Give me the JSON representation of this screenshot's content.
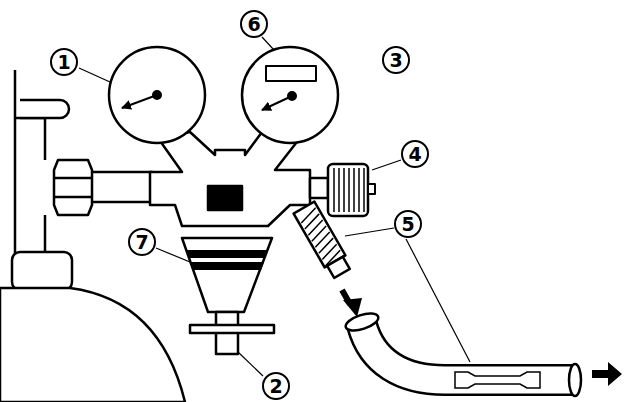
{
  "diagram": {
    "labels": [
      "1",
      "6",
      "3",
      "4",
      "5",
      "7",
      "2"
    ]
  }
}
